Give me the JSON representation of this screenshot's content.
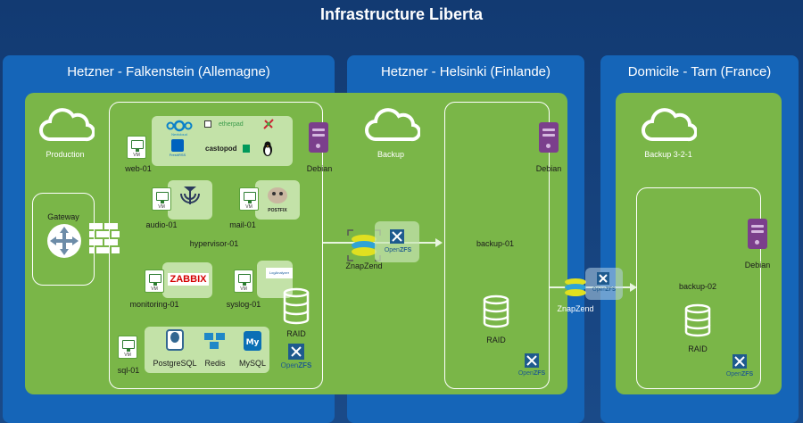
{
  "title": "Infrastructure Liberta",
  "regions": [
    {
      "title": "Hetzner - Falkenstein (Allemagne)"
    },
    {
      "title": "Hetzner - Helsinki (Finlande)"
    },
    {
      "title": "Domicile - Tarn (France)"
    }
  ],
  "clouds": {
    "production": "Production",
    "backup": "Backup",
    "backup321": "Backup 3-2-1"
  },
  "gateway": "Gateway",
  "hypervisor": "hypervisor-01",
  "debian": "Debian",
  "vm_tag": "VM",
  "vms": {
    "web": "web-01",
    "audio": "audio-01",
    "mail": "mail-01",
    "monitoring": "monitoring-01",
    "syslog": "syslog-01",
    "sql": "sql-01"
  },
  "web_services": {
    "nextcloud": "Nextcloud",
    "etherpad": "etherpad",
    "castopod": "castopod",
    "freshrss": "FreshRSS"
  },
  "mail_logo": "POSTFIX",
  "zabbix": "ZABBIX",
  "syslog_logo": "LogAnalyzer",
  "databases": {
    "postgres": "PostgreSQL",
    "redis": "Redis",
    "mysql": "MySQL"
  },
  "raid": "RAID",
  "openzfs": {
    "open": "Open",
    "zfs": "ZFS"
  },
  "znapzend": "ZnapZend",
  "backup01": "backup-01",
  "backup02": "backup-02"
}
